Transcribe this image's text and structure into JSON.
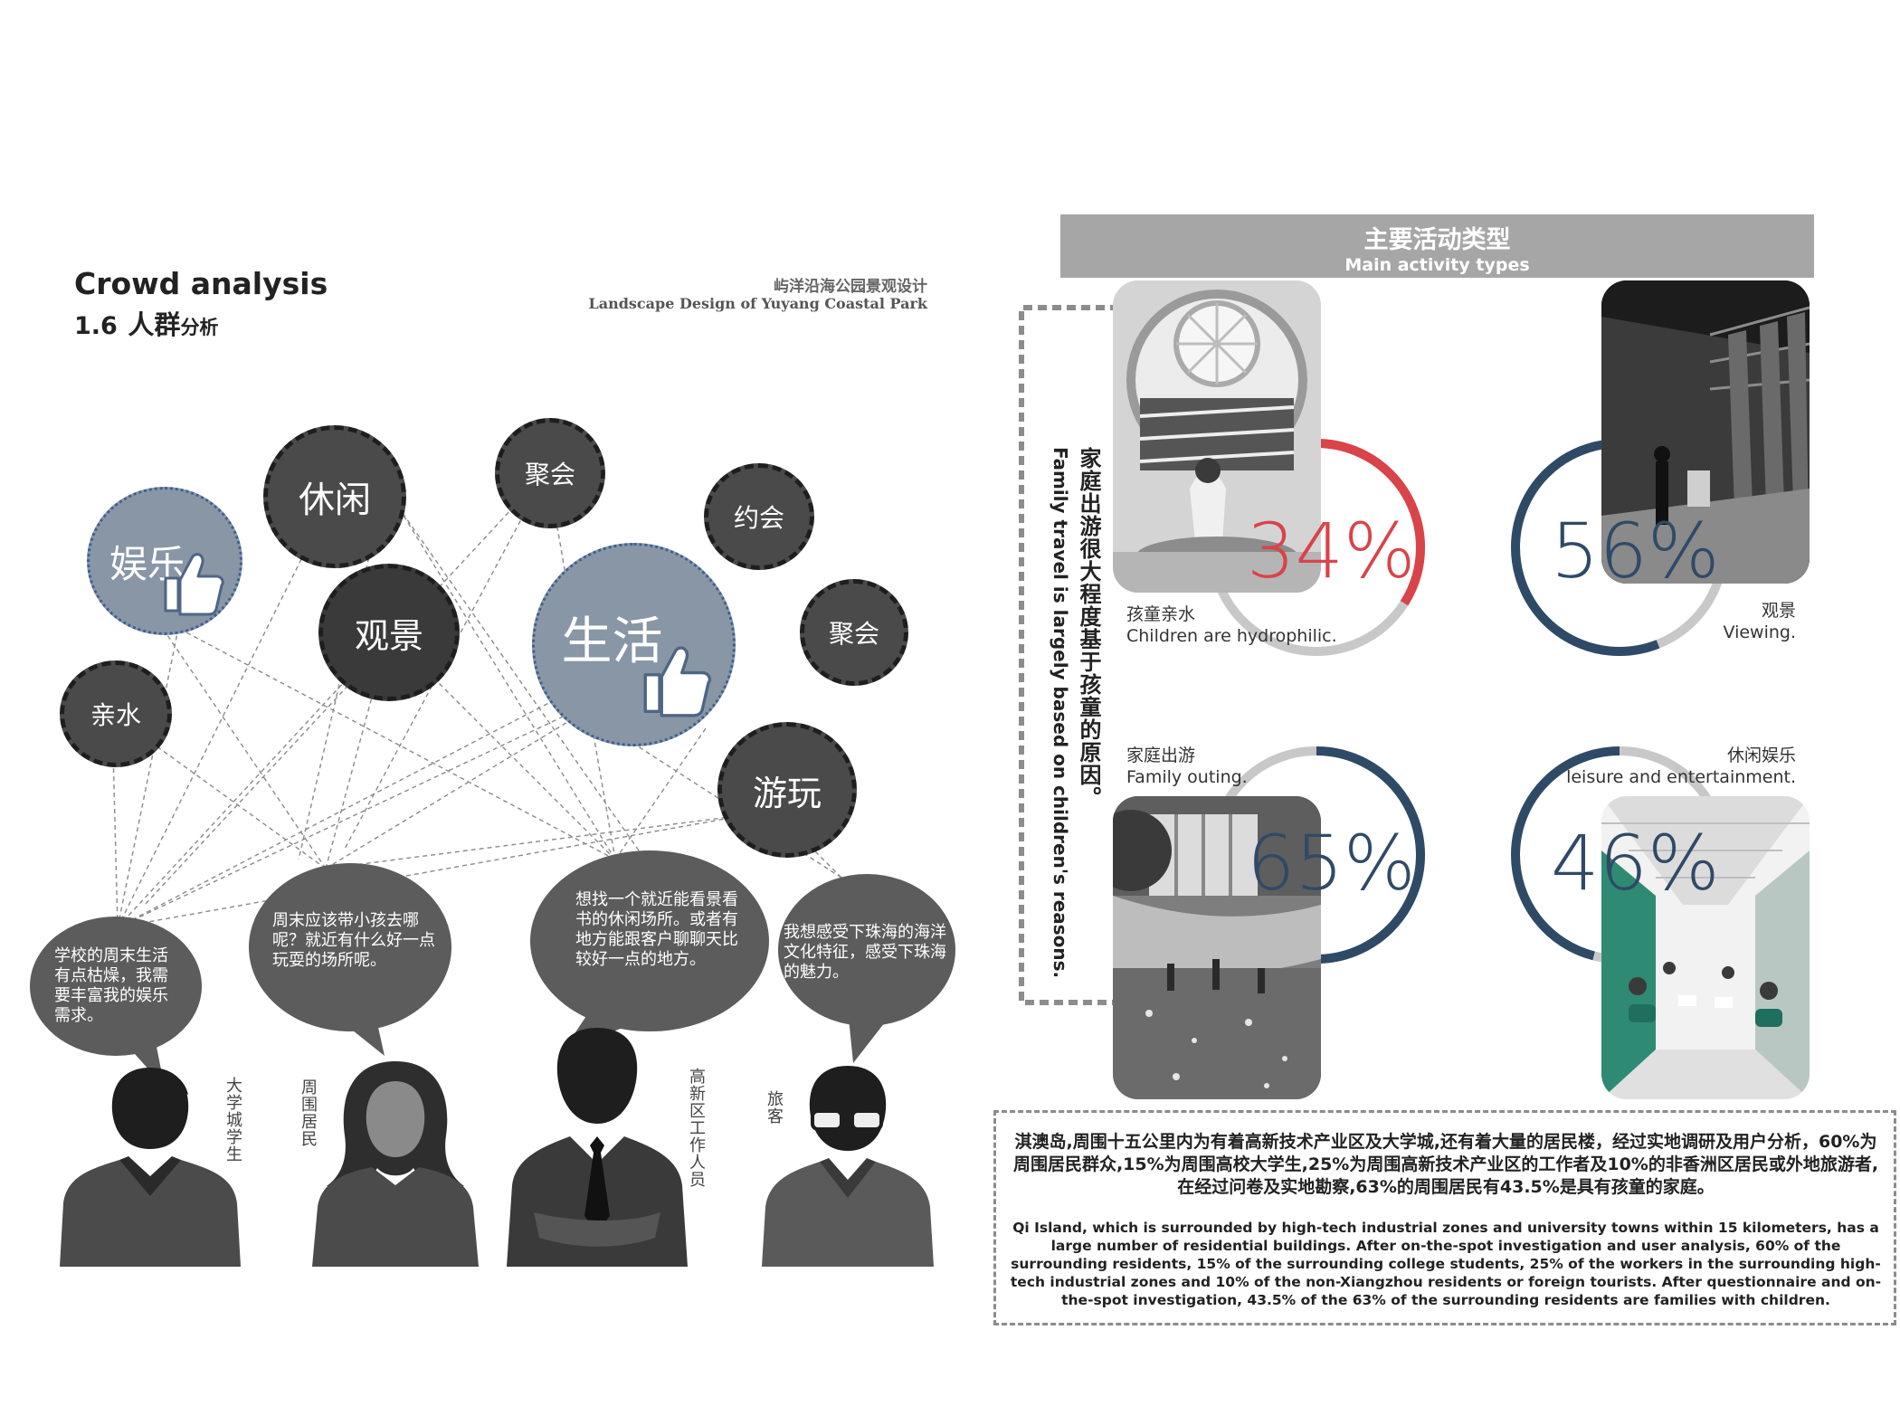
{
  "header": {
    "title_en": "Crowd analysis",
    "title_num": "1.6",
    "title_zh_big": "人群",
    "title_zh_small": "分析",
    "project_zh": "屿洋沿海公园景观设计",
    "project_en": "Landscape Design of Yuyang Coastal Park"
  },
  "bubbles": {
    "leisure": "休闲",
    "gathering1": "聚会",
    "entertainment": "娱乐",
    "dating": "约会",
    "viewing": "观景",
    "living": "生活",
    "gathering2": "聚会",
    "water": "亲水",
    "play": "游玩"
  },
  "speech": {
    "student": "学校的周末生活有点枯燥，我需要丰富我的娱乐需求。",
    "resident": "周末应该带小孩去哪呢？就近有什么好一点玩耍的场所呢。",
    "worker": "想找一个就近能看景看书的休闲场所。或者有地方能跟客户聊聊天比较好一点的地方。",
    "tourist": "我想感受下珠海的海洋文化特征，感受下珠海的魅力。"
  },
  "people": {
    "student": "大学城学生",
    "resident": "周围居民",
    "worker": "高新区工作人员",
    "tourist": "旅客"
  },
  "activity": {
    "title_zh": "主要活动类型",
    "title_en": "Main activity types",
    "side_zh": "家庭出游很大程度基于孩童的原因。",
    "side_en": "Family travel is largely based on children's reasons.",
    "items": [
      {
        "pct": "34%",
        "value": 34,
        "zh": "孩童亲水",
        "en": "Children are hydrophilic.",
        "color": "#d9434a"
      },
      {
        "pct": "56%",
        "value": 56,
        "zh": "观景",
        "en": "Viewing.",
        "color": "#2f4a66"
      },
      {
        "pct": "65%",
        "value": 65,
        "zh": "家庭出游",
        "en": "Family outing.",
        "color": "#2f4a66"
      },
      {
        "pct": "46%",
        "value": 46,
        "zh": "休闲娱乐",
        "en": "leisure and entertainment.",
        "color": "#2f4a66"
      }
    ]
  },
  "summary": {
    "zh": "淇澳岛,周围十五公里内为有着高新技术产业区及大学城,还有着大量的居民楼，经过实地调研及用户分析，60%为周围居民群众,15%为周围高校大学生,25%为周围高新技术产业区的工作者及10%的非香洲区居民或外地旅游者,在经过问卷及实地勘察,63%的周围居民有43.5%是具有孩童的家庭。",
    "en": "Qi Island, which is surrounded by high-tech industrial zones and university towns within 15 kilometers, has a large number of residential buildings. After on-the-spot investigation and user analysis, 60% of the surrounding residents, 15% of the surrounding college students, 25% of the workers in the surrounding high-tech industrial zones and 10% of the non-Xiangzhou residents or foreign tourists. After questionnaire and on-the-spot investigation, 43.5% of the 63% of the surrounding residents are families with children."
  }
}
